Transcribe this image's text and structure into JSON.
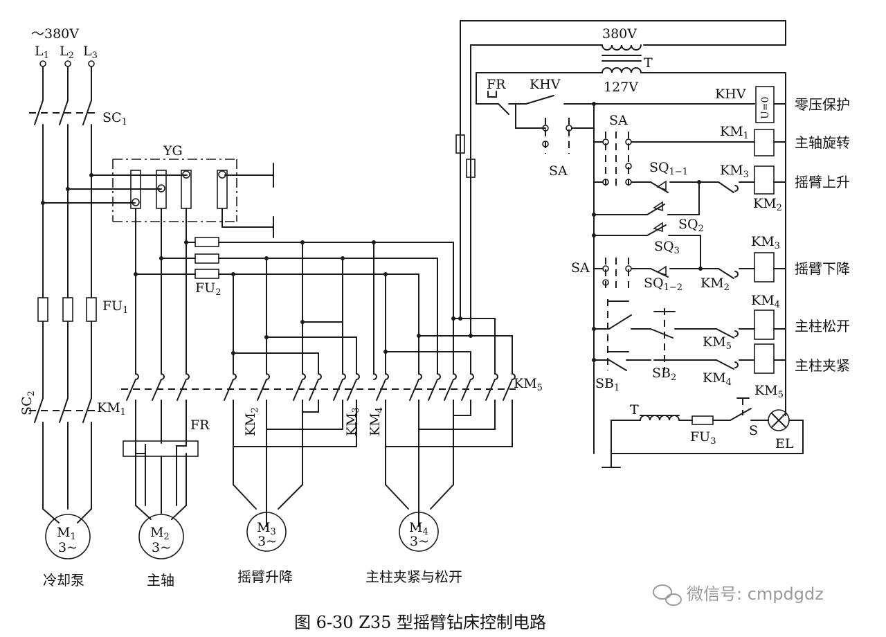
{
  "caption": "图 6-30    Z35 型摇臂钻床控制电路",
  "watermark": "微信号: cmpdgdz",
  "supply": {
    "voltage": "～380V",
    "phases": [
      "L",
      "L",
      "L"
    ],
    "phase_subs": [
      "1",
      "2",
      "3"
    ]
  },
  "labels": {
    "sc1": "SC",
    "sc1_sub": "1",
    "sc2": "SC",
    "sc2_sub": "2",
    "yg": "YG",
    "fu1": "FU",
    "fu1_sub": "1",
    "fu2": "FU",
    "fu2_sub": "2",
    "fu3": "FU",
    "fu3_sub": "3",
    "km1": "KM",
    "km1_sub": "1",
    "km2": "KM",
    "km2_sub": "2",
    "km3": "KM",
    "km3_sub": "3",
    "km4": "KM",
    "km4_sub": "4",
    "km5": "KM",
    "km5_sub": "5",
    "fr": "FR",
    "fr_ctrl": "FR",
    "khv": "KHV",
    "khv_coil": "KHV",
    "u0": "U=0",
    "t_primary": "380V",
    "t_secondary": "127V",
    "t": "T",
    "t_lamp": "T",
    "sa_1": "SA",
    "sa_2": "SA",
    "sa_3": "SA",
    "sq": "SQ",
    "sq11_sub": "1−1",
    "sq12_sub": "1−2",
    "sq2_sub": "2",
    "sq3_sub": "3",
    "sb": "SB",
    "sb1_sub": "1",
    "sb2_sub": "2",
    "s": "S",
    "el": "EL",
    "motor_phase": "3~",
    "m": "M",
    "m1_sub": "1",
    "m2_sub": "2",
    "m3_sub": "3",
    "m4_sub": "4"
  },
  "function_labels": {
    "zero_voltage": "零压保护",
    "spindle_rotation": "主轴旋转",
    "arm_up": "摇臂上升",
    "arm_down": "摇臂下降",
    "column_release": "主柱松开",
    "column_clamp": "主柱夹紧"
  },
  "motor_labels": {
    "m1": "冷却泵",
    "m2": "主轴",
    "m3": "摇臂升降",
    "m4": "主柱夹紧与松开"
  }
}
